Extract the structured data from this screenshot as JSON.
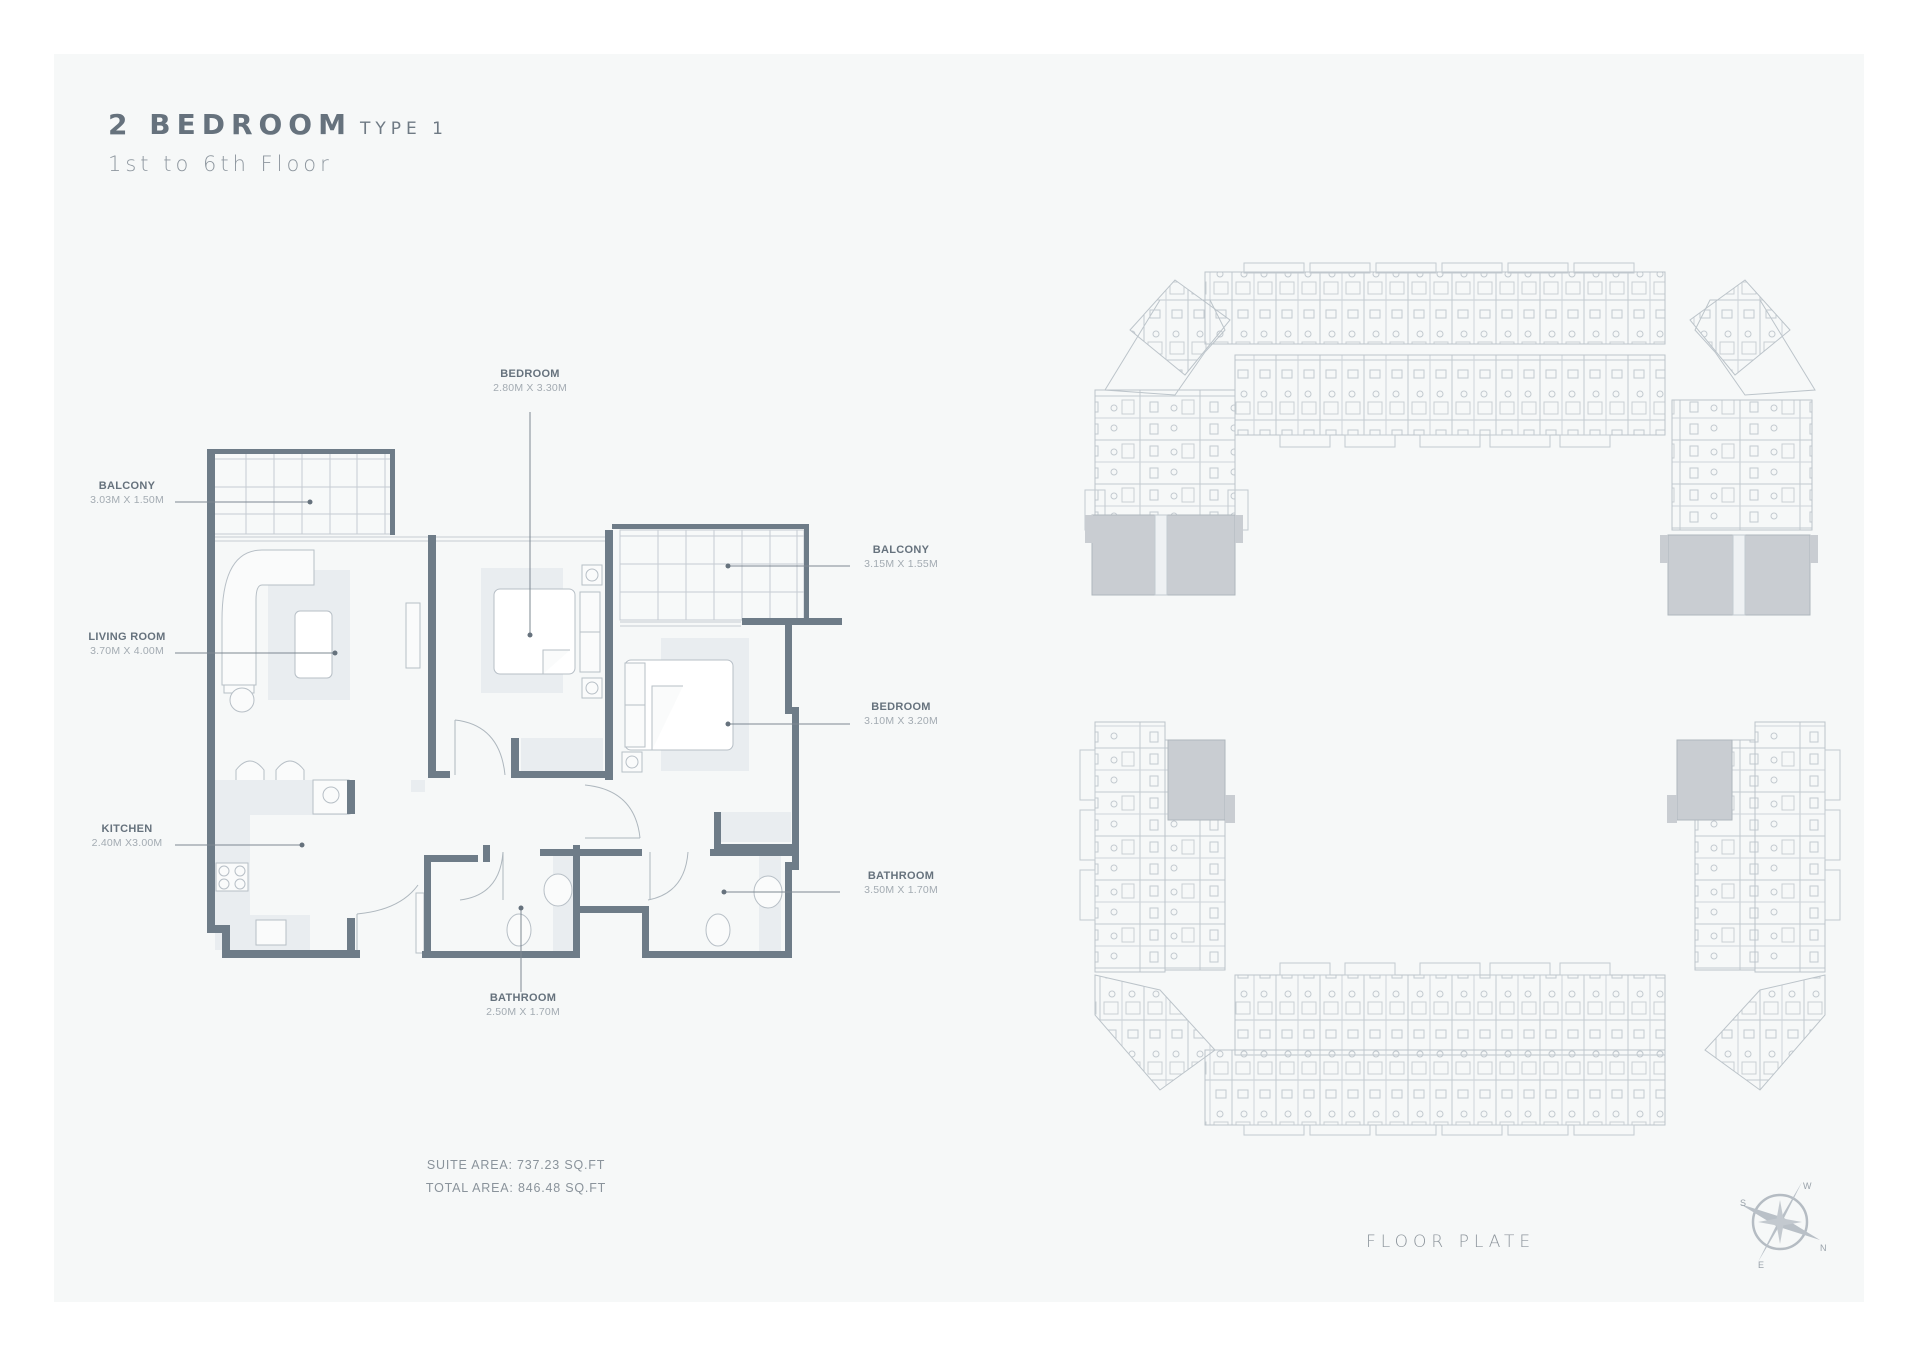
{
  "header": {
    "title": "2 BEDROOM",
    "type": "TYPE 1",
    "floors": "1st to 6th Floor"
  },
  "rooms": [
    {
      "name": "BALCONY",
      "dims": "3.03M X 1.50M"
    },
    {
      "name": "LIVING ROOM",
      "dims": "3.70M X 4.00M"
    },
    {
      "name": "KITCHEN",
      "dims": "2.40M X3.00M"
    },
    {
      "name": "BEDROOM",
      "dims": "2.80M X 3.30M"
    },
    {
      "name": "BALCONY",
      "dims": "3.15M X 1.55M"
    },
    {
      "name": "BEDROOM",
      "dims": "3.10M X 3.20M"
    },
    {
      "name": "BATHROOM",
      "dims": "3.50M X 1.70M"
    },
    {
      "name": "BATHROOM",
      "dims": "2.50M X 1.70M"
    }
  ],
  "areas": {
    "suite": "SUITE AREA: 737.23 SQ.FT",
    "total": "TOTAL AREA: 846.48 SQ.FT"
  },
  "floor_plate": {
    "label": "FLOOR PLATE"
  },
  "compass": {
    "n": "N",
    "s": "S",
    "e": "E",
    "w": "W"
  },
  "colors": {
    "wall": "#6e7c88",
    "background": "#f6f8f8",
    "highlight": "#c9cdd2",
    "line": "#b9c0c6"
  }
}
